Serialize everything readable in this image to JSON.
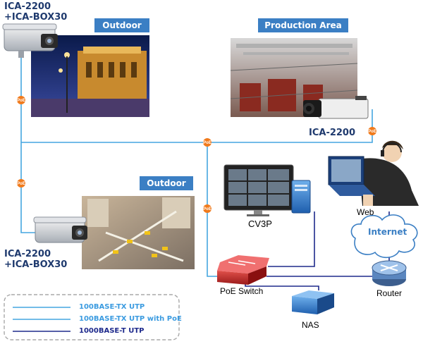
{
  "cameras": {
    "top_left": {
      "line1": "ICA-2200",
      "line2": "+ICA-BOX30"
    },
    "top_right": {
      "name": "ICA-2200"
    },
    "bottom_left": {
      "line1": "ICA-2200",
      "line2": "+ICA-BOX30"
    }
  },
  "scenes": {
    "outdoor_top": "Outdoor",
    "production": "Production Area",
    "outdoor_bottom": "Outdoor"
  },
  "devices": {
    "cv3p": "CV3P",
    "web": "Web",
    "internet": "Internet",
    "poe_switch": "PoE Switch",
    "router": "Router",
    "nas": "NAS"
  },
  "poe_badge": "PoE",
  "legend": [
    {
      "label": "100BASE-TX UTP",
      "line": "light-blue"
    },
    {
      "label": "100BASE-TX UTP with PoE",
      "line": "light-blue-poe"
    },
    {
      "label": "1000BASE-T UTP",
      "line": "dark-blue"
    }
  ],
  "colors": {
    "light_line": "#45a6e0",
    "dark_line": "#1e2a8c",
    "poe_badge": "#f07a1c",
    "label_blue": "#1f3a6e",
    "tag_blue": "#3b7fc4"
  }
}
